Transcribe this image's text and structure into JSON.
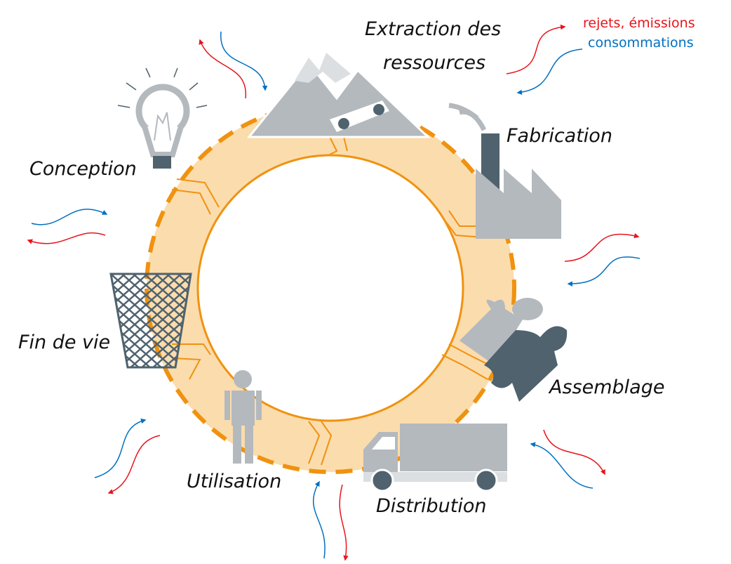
{
  "legend": {
    "emissions_label": "rejets, émissions",
    "consumption_label": "consommations",
    "emissions_color": "#e8141b",
    "consumption_color": "#0070c0"
  },
  "stages": {
    "extraction_line1": "Extraction des",
    "extraction_line2": "ressources",
    "fabrication": "Fabrication",
    "assemblage": "Assemblage",
    "distribution": "Distribution",
    "utilisation": "Utilisation",
    "fin_de_vie": "Fin de vie",
    "conception": "Conception"
  },
  "colors": {
    "ring_fill": "#fbdcad",
    "ring_stroke": "#f0920f",
    "icon_light": "#b4b9be",
    "icon_dark": "#4f626e"
  }
}
